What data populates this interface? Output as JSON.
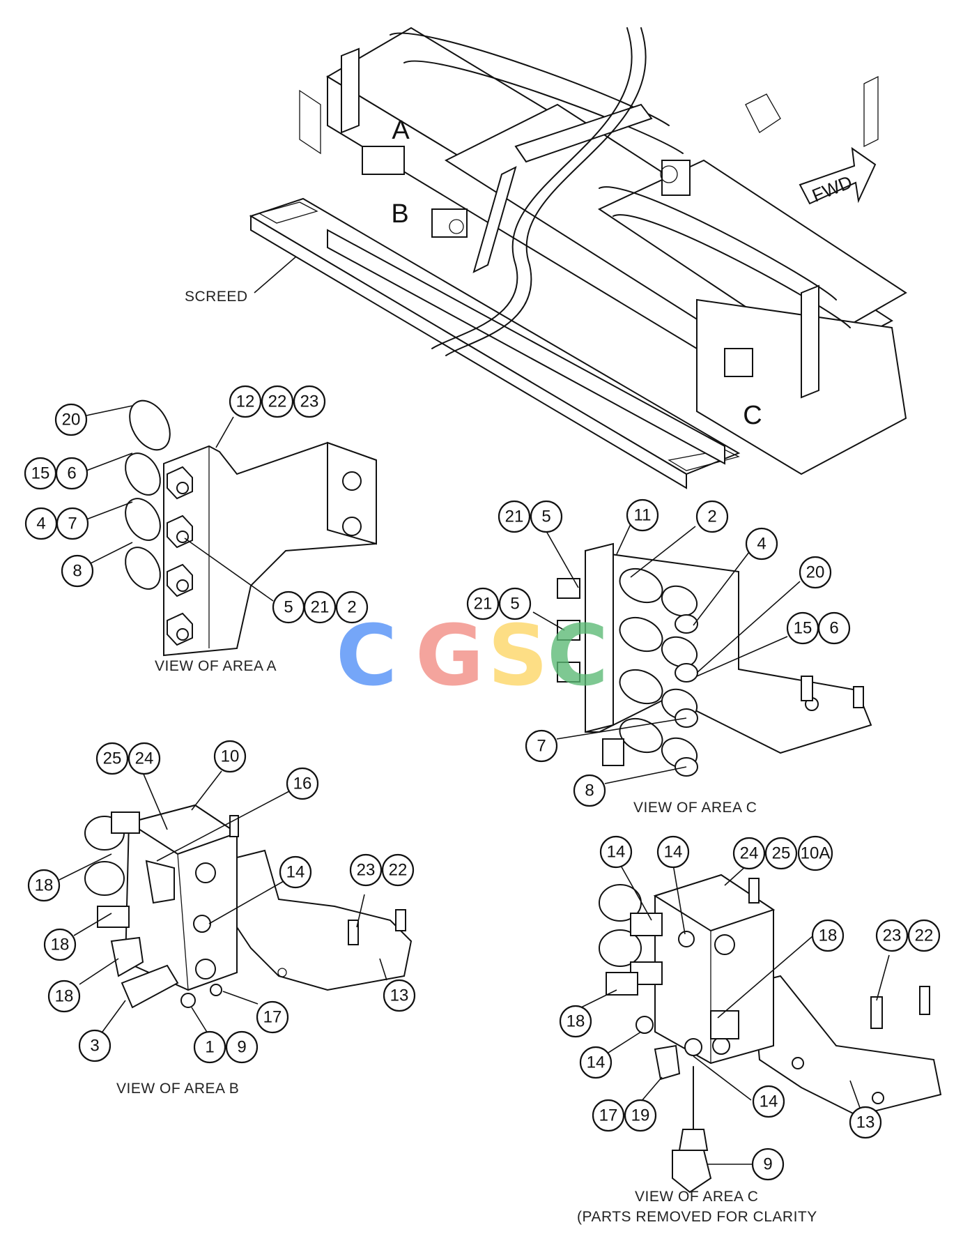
{
  "labels": {
    "screed": "SCREED",
    "fwd": "FWD",
    "area_a_letter": "A",
    "area_b_letter": "B",
    "area_c_letter": "C"
  },
  "captions": {
    "view_a": "VIEW OF AREA  A",
    "view_b": "VIEW OF AREA  B",
    "view_c": "VIEW OF AREA  C",
    "view_c2_line1": "VIEW OF AREA  C",
    "view_c2_line2": "(PARTS REMOVED FOR CLARITY"
  },
  "watermark": {
    "letters": [
      "C",
      "G",
      "S",
      "C"
    ],
    "colors": [
      "#4f8ef7",
      "#f28b82",
      "#fdd663",
      "#5bb974"
    ]
  },
  "callouts": {
    "a_20": "20",
    "a_15": "15",
    "a_6": "6",
    "a_4": "4",
    "a_7": "7",
    "a_8": "8",
    "a_12": "12",
    "a_22": "22",
    "a_23": "23",
    "a_5": "5",
    "a_21": "21",
    "a_2": "2",
    "c1_21": "21",
    "c1_5": "5",
    "c1_11": "11",
    "c1_2": "2",
    "c1_4": "4",
    "c1_20": "20",
    "c1_21b": "21",
    "c1_5b": "5",
    "c1_15": "15",
    "c1_6": "6",
    "c1_7": "7",
    "c1_8": "8",
    "b_25": "25",
    "b_24": "24",
    "b_10": "10",
    "b_16": "16",
    "b_18a": "18",
    "b_14": "14",
    "b_23": "23",
    "b_22": "22",
    "b_18b": "18",
    "b_18c": "18",
    "b_13": "13",
    "b_17": "17",
    "b_3": "3",
    "b_1": "1",
    "b_9": "9",
    "c2_14a": "14",
    "c2_14b": "14",
    "c2_24": "24",
    "c2_25": "25",
    "c2_10a": "10A",
    "c2_18a": "18",
    "c2_23": "23",
    "c2_22": "22",
    "c2_18b": "18",
    "c2_14c": "14",
    "c2_14d": "14",
    "c2_13": "13",
    "c2_17": "17",
    "c2_19": "19",
    "c2_9": "9"
  }
}
